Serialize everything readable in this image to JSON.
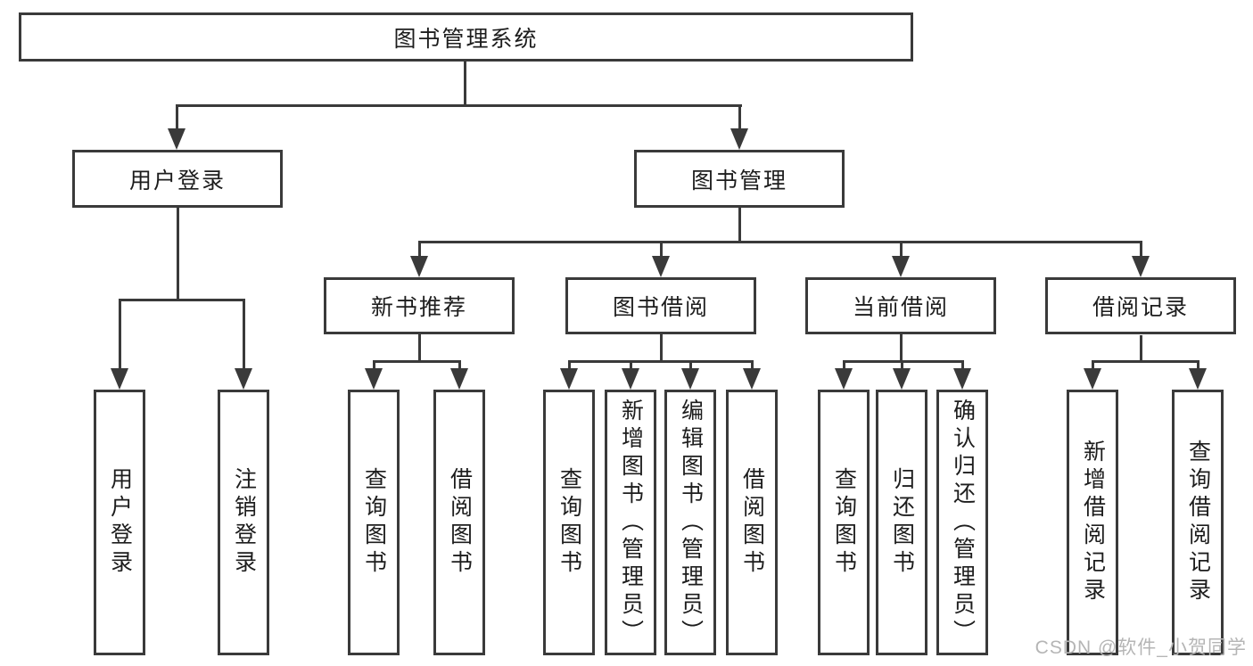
{
  "diagram": {
    "root": {
      "label": "图书管理系统"
    },
    "level1": [
      {
        "label": "用户登录"
      },
      {
        "label": "图书管理"
      }
    ],
    "level2": [
      {
        "label": "新书推荐"
      },
      {
        "label": "图书借阅"
      },
      {
        "label": "当前借阅"
      },
      {
        "label": "借阅记录"
      }
    ],
    "leaves": {
      "user_login": [
        "用户登录",
        "注销登录"
      ],
      "new_book_recommend": [
        "查询图书",
        "借阅图书"
      ],
      "book_borrow": [
        "查询图书",
        "新增图书（管理员）",
        "编辑图书（管理员）",
        "借阅图书"
      ],
      "current_borrow": [
        "查询图书",
        "归还图书",
        "确认归还（管理员）"
      ],
      "borrow_record": [
        "新增借阅记录",
        "查询借阅记录"
      ]
    },
    "watermark": "CSDN @软件_小贺同学",
    "colors": {
      "line": "#3a3a3a",
      "text": "#1d1d1d",
      "watermark": "#b5b5b5",
      "background": "#ffffff"
    }
  }
}
